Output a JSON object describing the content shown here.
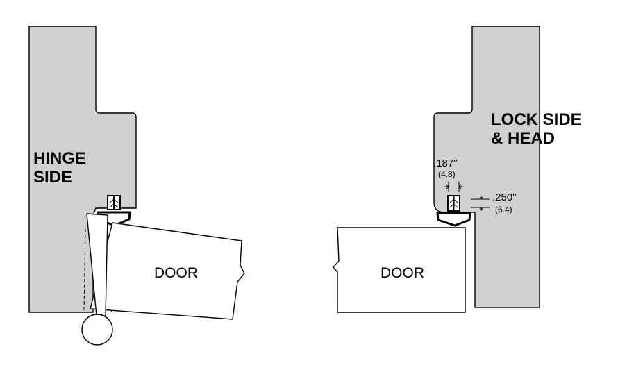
{
  "hinge_panel": {
    "label_line1": "HINGE",
    "label_line2": "SIDE",
    "door_label": "DOOR"
  },
  "lock_panel": {
    "label_line1": "LOCK SIDE",
    "label_line2": "& HEAD",
    "door_label": "DOOR"
  },
  "dimensions": {
    "width_in": ".187\"",
    "width_mm": "(4.8)",
    "depth_in": ".250\"",
    "depth_mm": "(6.4)"
  },
  "colors": {
    "frame_fill": "#cfd0d2",
    "stroke": "#000000",
    "background": "#ffffff"
  }
}
